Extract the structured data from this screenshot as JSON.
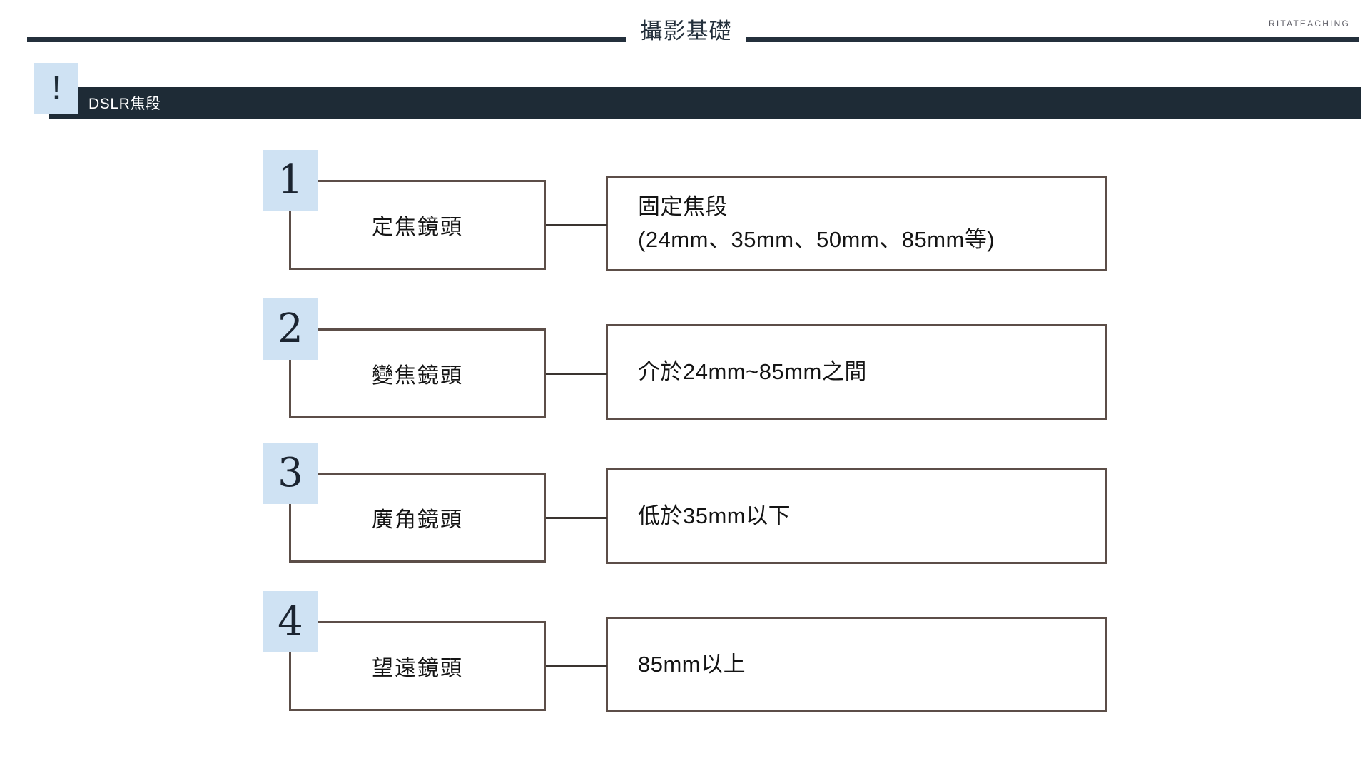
{
  "header": {
    "title": "攝影基礎",
    "brand": "RITATEACHING",
    "rule_color": "#24303c"
  },
  "banner": {
    "mark_glyph": "!",
    "mark_color": "#cfe2f3",
    "bar_color": "#1e2b36",
    "label": "DSLR焦段"
  },
  "theme": {
    "accent_blue": "#cfe2f3",
    "dark_navy": "#1e2b36",
    "box_border": "#5c4e48",
    "text": "#141414"
  },
  "rows": [
    {
      "number": "1",
      "label": "定焦鏡頭",
      "detail_lines": [
        "固定焦段",
        "(24mm、35mm、50mm、85mm等)"
      ]
    },
    {
      "number": "2",
      "label": "變焦鏡頭",
      "detail_lines": [
        "介於24mm~85mm之間"
      ]
    },
    {
      "number": "3",
      "label": "廣角鏡頭",
      "detail_lines": [
        "低於35mm以下"
      ]
    },
    {
      "number": "4",
      "label": "望遠鏡頭",
      "detail_lines": [
        "85mm以上"
      ]
    }
  ]
}
